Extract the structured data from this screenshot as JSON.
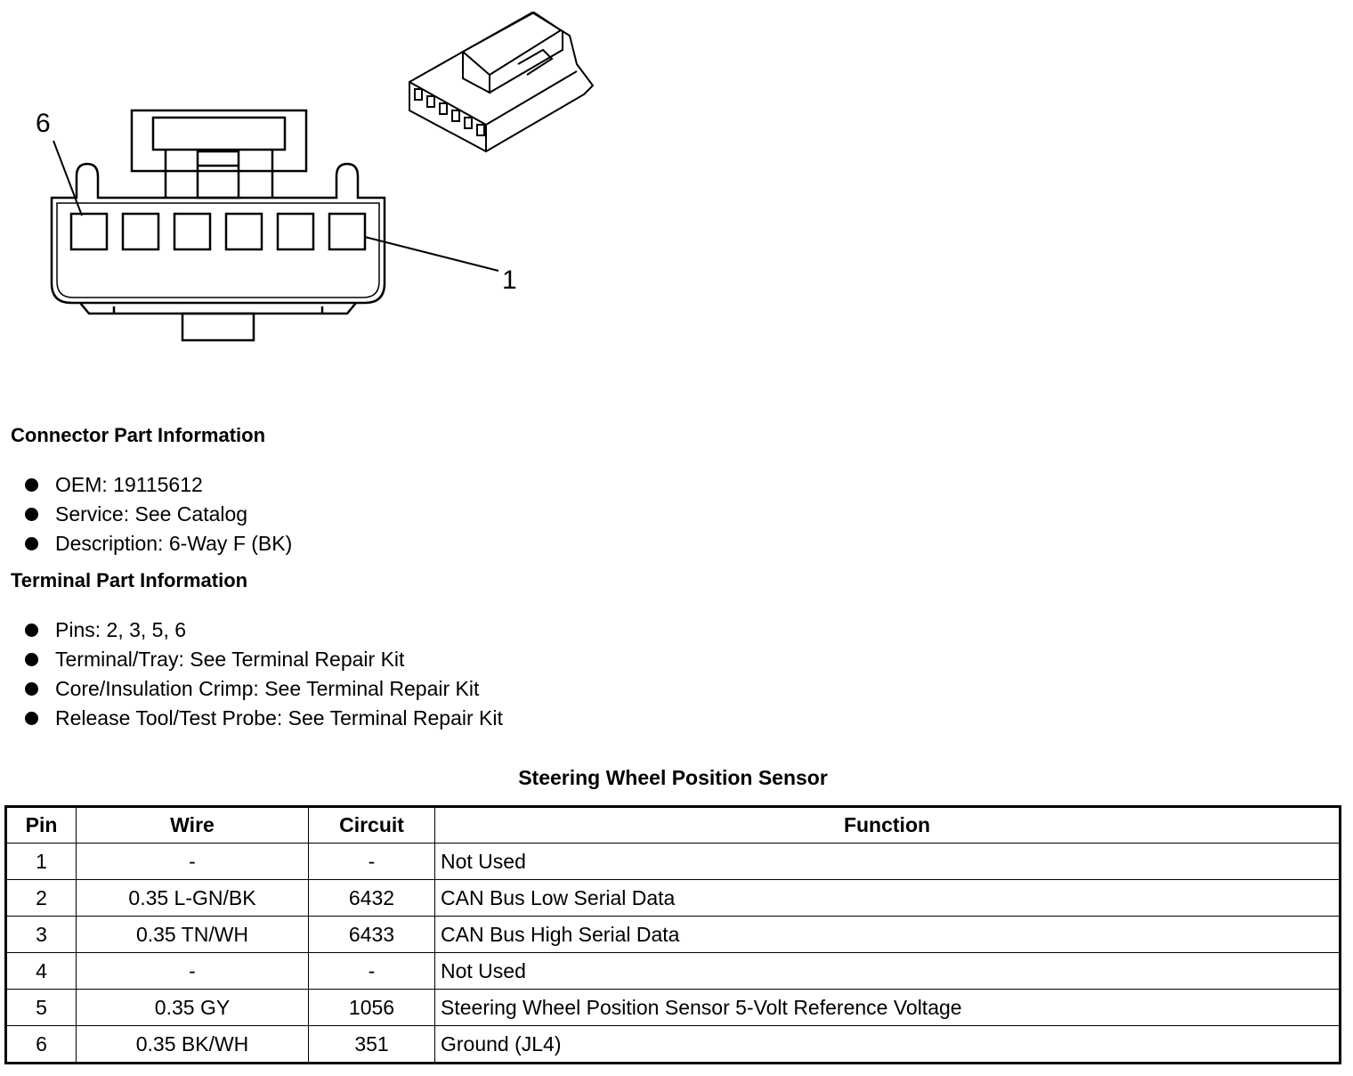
{
  "diagram": {
    "pin_label_left": "6",
    "pin_label_right": "1"
  },
  "connector_info": {
    "title": "Connector Part Information",
    "items": [
      "OEM: 19115612",
      "Service: See Catalog",
      "Description: 6-Way F (BK)"
    ]
  },
  "terminal_info": {
    "title": "Terminal Part Information",
    "items": [
      "Pins: 2, 3, 5, 6",
      "Terminal/Tray: See Terminal Repair Kit",
      "Core/Insulation Crimp: See Terminal Repair Kit",
      "Release Tool/Test Probe: See Terminal Repair Kit"
    ]
  },
  "table": {
    "title": "Steering Wheel Position Sensor",
    "headers": [
      "Pin",
      "Wire",
      "Circuit",
      "Function"
    ],
    "rows": [
      [
        "1",
        "-",
        "-",
        "Not Used"
      ],
      [
        "2",
        "0.35 L-GN/BK",
        "6432",
        "CAN Bus Low Serial Data"
      ],
      [
        "3",
        "0.35 TN/WH",
        "6433",
        "CAN Bus High Serial Data"
      ],
      [
        "4",
        "-",
        "-",
        "Not Used"
      ],
      [
        "5",
        "0.35 GY",
        "1056",
        "Steering Wheel Position Sensor 5-Volt Reference Voltage"
      ],
      [
        "6",
        "0.35 BK/WH",
        "351",
        "Ground (JL4)"
      ]
    ]
  }
}
